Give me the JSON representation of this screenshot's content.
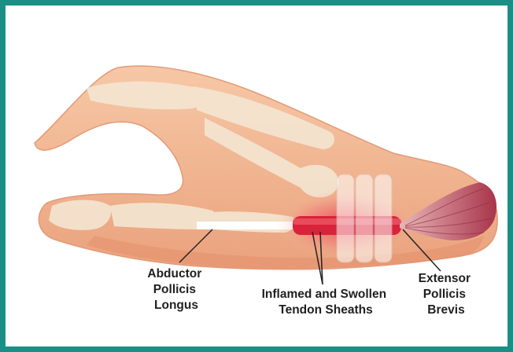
{
  "colors": {
    "frame": "#1a8f86",
    "skin": "#f3b892",
    "skin_shadow": "#e59a76",
    "bone": "#f4e6d2",
    "inflamed": "#d8233a",
    "muscle": "#b9485a",
    "label": "#1f1f1f"
  },
  "labels": {
    "apl": [
      "Abductor",
      "Pollicis",
      "Longus"
    ],
    "sheath": [
      "Inflamed and Swollen",
      "Tendon Sheaths"
    ],
    "epb": [
      "Extensor",
      "Pollicis",
      "Brevis"
    ]
  }
}
